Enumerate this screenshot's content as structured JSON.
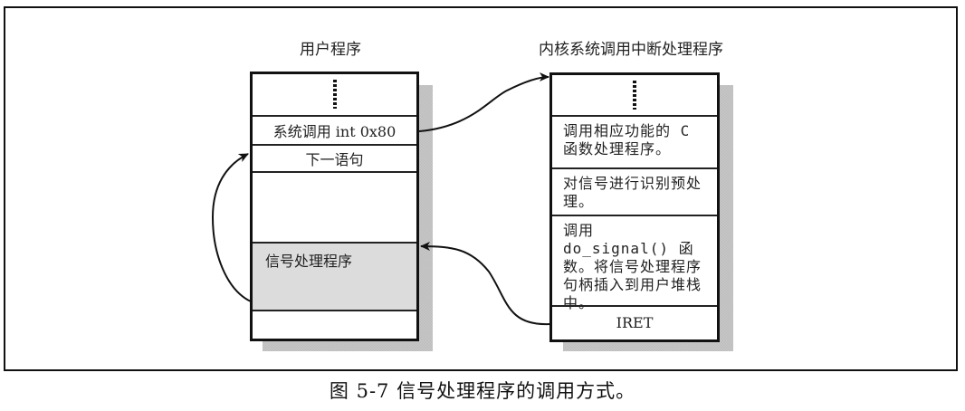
{
  "user_program": {
    "title": "用户程序",
    "cells": [
      {
        "label": "",
        "kind": "ellipsis"
      },
      {
        "label": "系统调用 int 0x80",
        "kind": "text"
      },
      {
        "label": "下一语句",
        "kind": "text"
      },
      {
        "label": "",
        "kind": "blank"
      },
      {
        "label": "信号处理程序",
        "kind": "highlight"
      },
      {
        "label": "",
        "kind": "blank"
      }
    ]
  },
  "kernel_handler": {
    "title": "内核系统调用中断处理程序",
    "cells": [
      {
        "label": "",
        "kind": "ellipsis"
      },
      {
        "label": "调用相应功能的 C 函数处理程序。",
        "kind": "para"
      },
      {
        "label": "对信号进行识别预处理。",
        "kind": "para"
      },
      {
        "label": "调用 do_signal() 函数。将信号处理程序句柄插入到用户堆栈中。",
        "kind": "para"
      },
      {
        "label": "IRET",
        "kind": "text"
      }
    ]
  },
  "caption": "图 5-7 信号处理程序的调用方式。",
  "colors": {
    "highlight_fill": "#dcdcdc",
    "line": "#111111"
  }
}
